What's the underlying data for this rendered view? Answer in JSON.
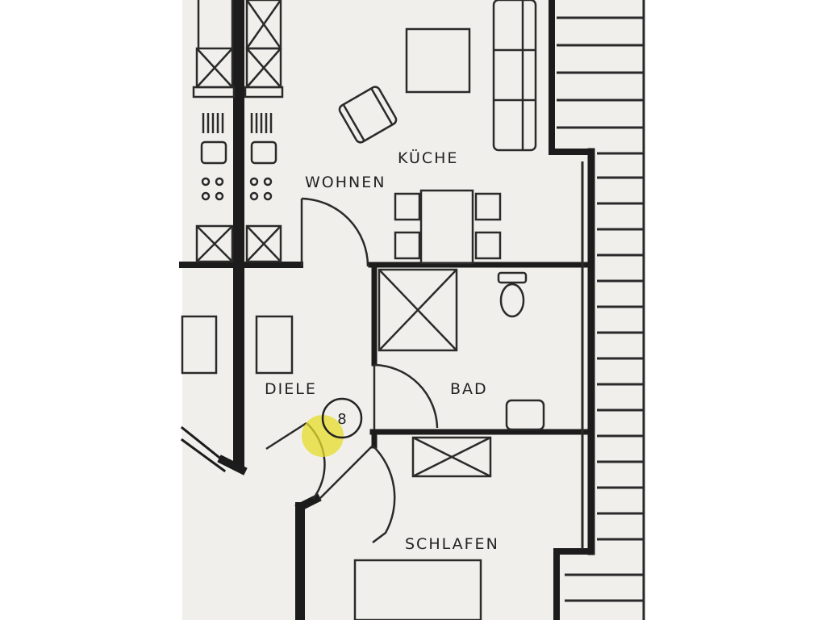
{
  "rooms": {
    "kueche": "KÜCHE",
    "wohnen": "WOHNEN",
    "diele": "DIELE",
    "bad": "BAD",
    "schlafen": "SCHLAFEN"
  },
  "marker": {
    "number": "8",
    "highlight_color": "#e6dc2a"
  },
  "colors": {
    "paper": "#f1efeb",
    "ink": "#1c1c1c",
    "background": "#ffffff"
  }
}
